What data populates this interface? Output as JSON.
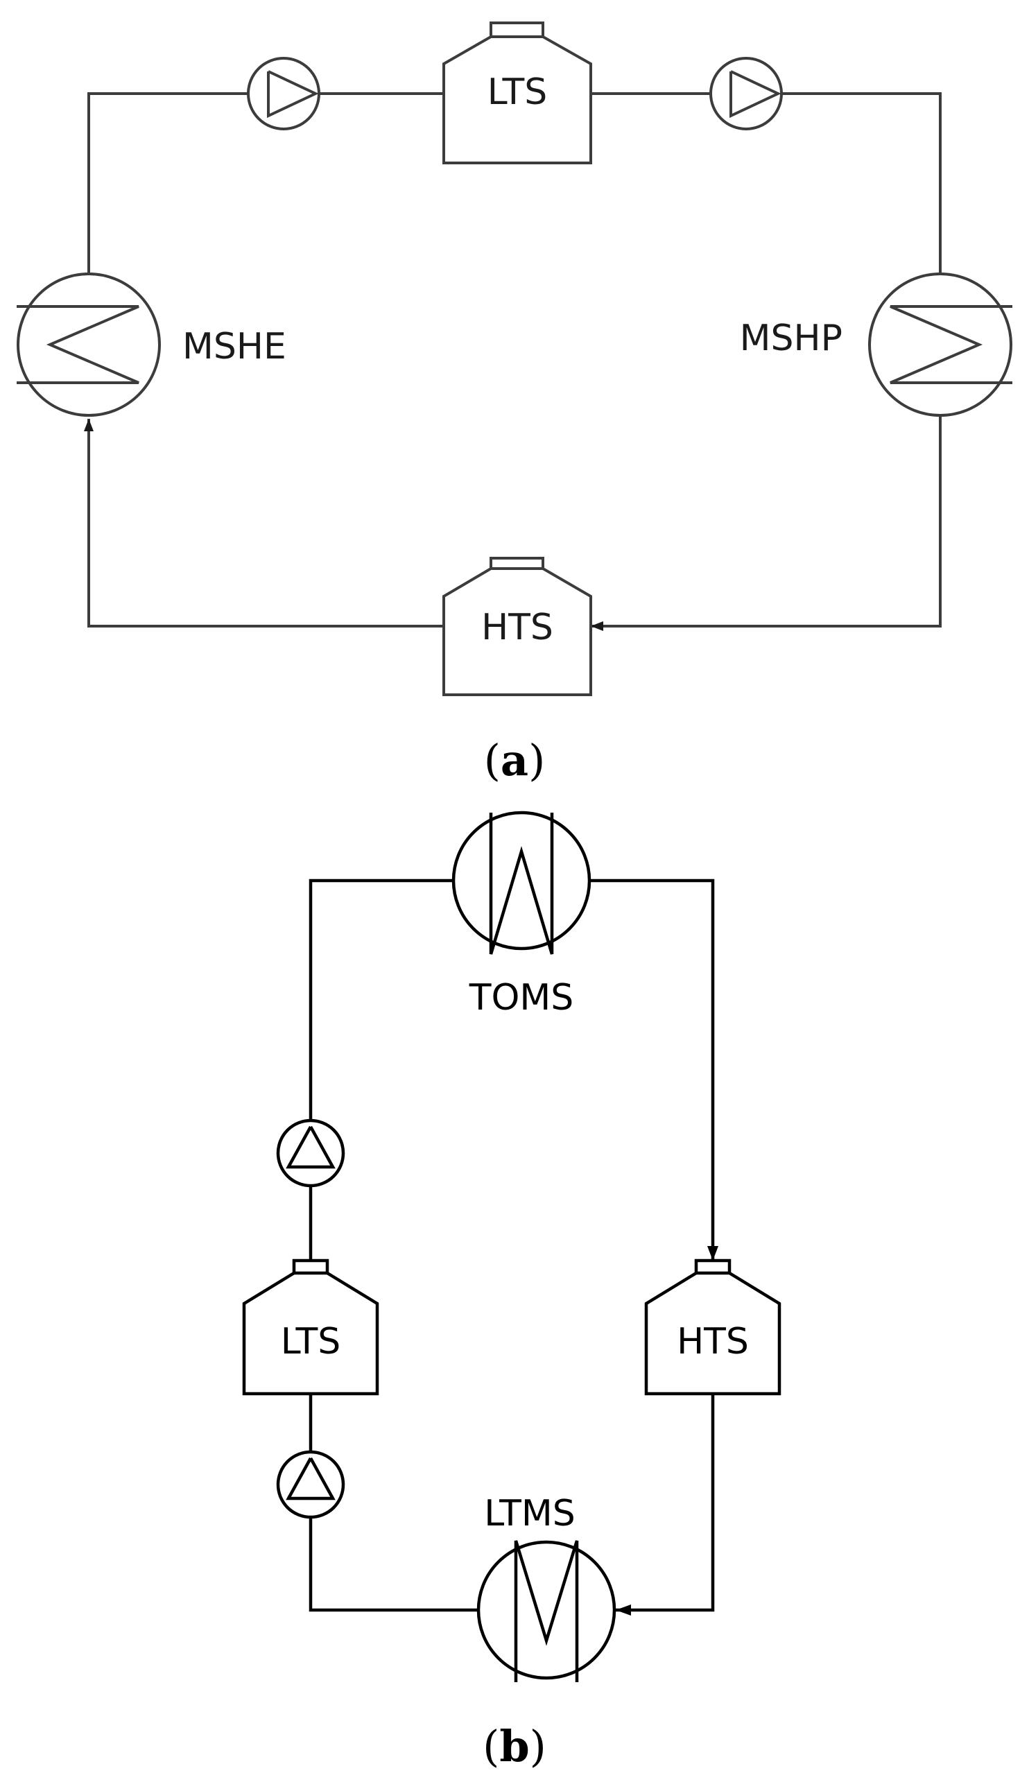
{
  "diagram_a": {
    "caption_letter": "a",
    "tanks": {
      "top": "LTS",
      "bottom": "HTS"
    },
    "exchangers": {
      "left": "MSHE",
      "right": "MSHP"
    }
  },
  "diagram_b": {
    "caption_letter": "b",
    "tanks": {
      "left": "LTS",
      "right": "HTS"
    },
    "exchangers": {
      "top": "TOMS",
      "bottom": "LTMS"
    }
  },
  "colors": {
    "diagram_a_line": "#3c3c3c",
    "diagram_b_line": "#000000"
  },
  "icon_names": [
    "pump-icon",
    "storage-tank-icon",
    "heat-exchanger-icon",
    "flow-arrow-icon"
  ]
}
